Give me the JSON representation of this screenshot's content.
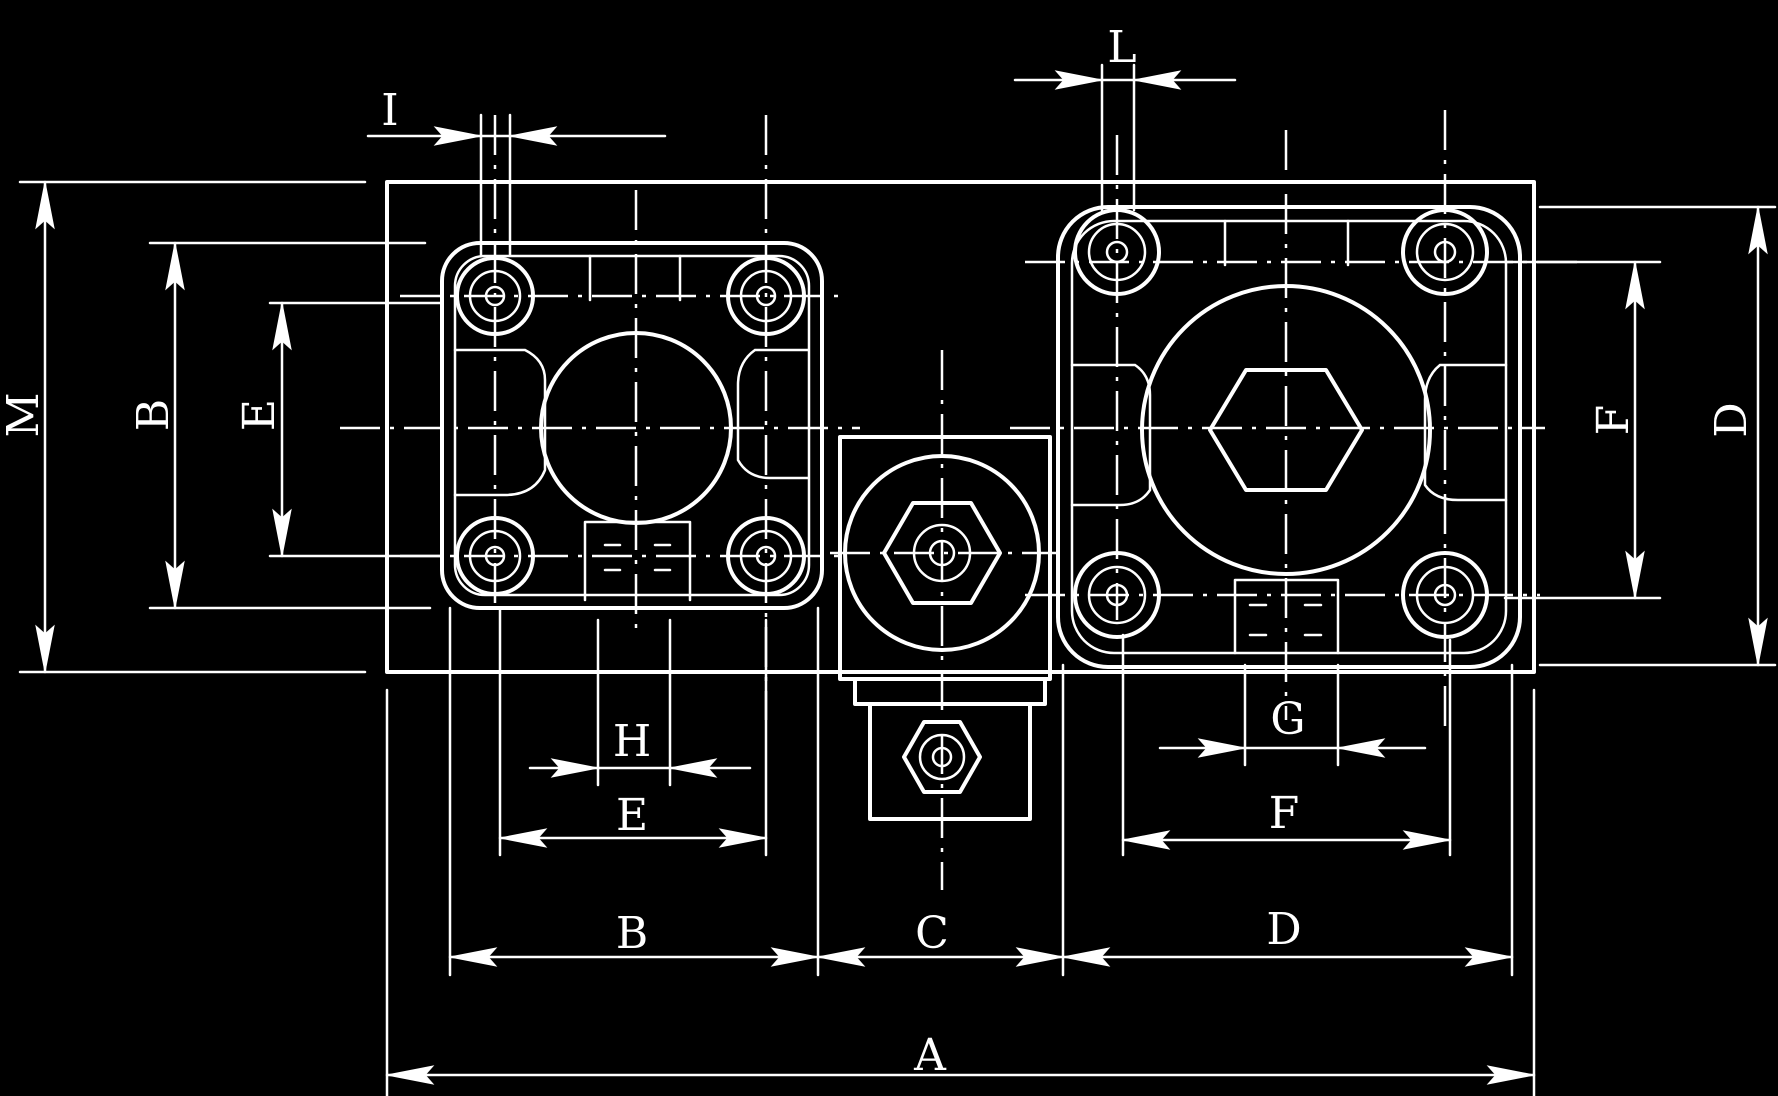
{
  "dimension_labels": {
    "a": "A",
    "b": "B",
    "c": "C",
    "d": "D",
    "e": "E",
    "f": "F",
    "g": "G",
    "h": "H",
    "i": "I",
    "l": "L",
    "m": "M"
  },
  "colors": {
    "background": "#000000",
    "linework": "#ffffff"
  }
}
